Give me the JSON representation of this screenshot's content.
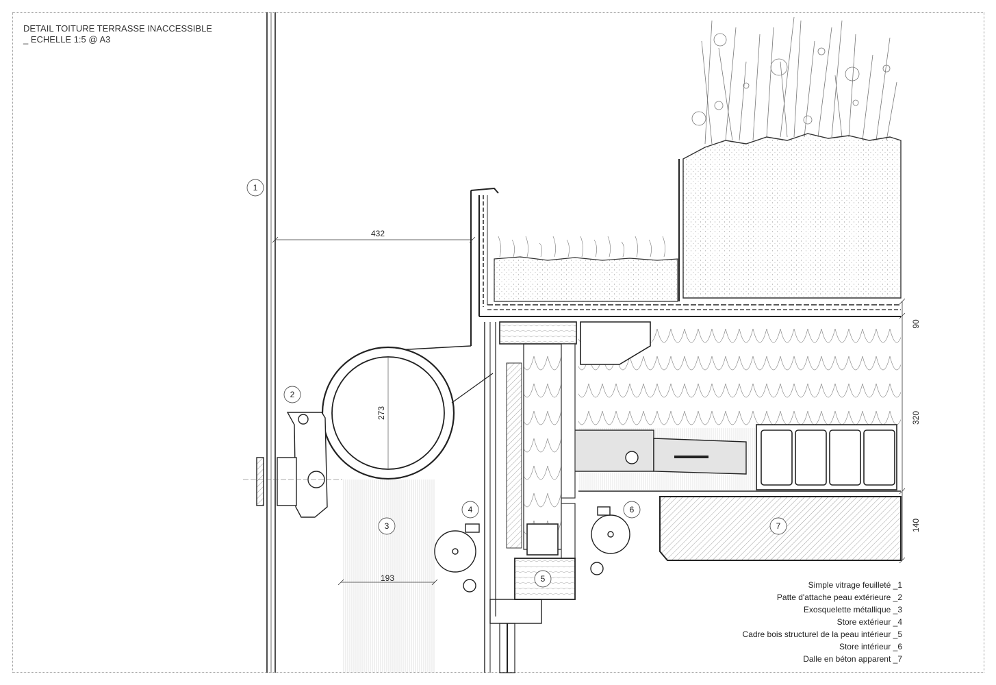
{
  "title": {
    "line1": "DETAIL TOITURE TERRASSE INACCESSIBLE",
    "line2": "_ ECHELLE 1:5 @ A3"
  },
  "callouts": [
    "1",
    "2",
    "3",
    "4",
    "5",
    "6",
    "7"
  ],
  "dimensions": {
    "overhang": "432",
    "tube_diameter": "273",
    "blind_width": "193",
    "layer_top": "90",
    "layer_middle": "320",
    "layer_bottom": "140"
  },
  "legend": [
    "Simple vitrage feuilleté _1",
    "Patte d'attache peau extérieure _2",
    "Exosquelette métallique _3",
    "Store extérieur _4",
    "Cadre bois structurel de la peau intérieur _5",
    "Store intérieur _6",
    "Dalle en béton apparent _7"
  ]
}
